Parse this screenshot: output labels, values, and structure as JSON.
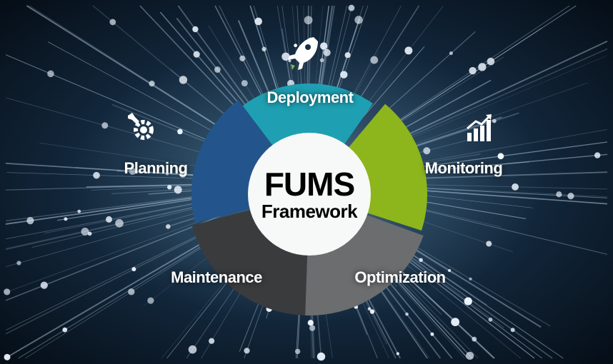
{
  "center": {
    "title": "FUMS",
    "subtitle": "Framework"
  },
  "stages": [
    {
      "label": "Deployment",
      "color": "#1ea0b2",
      "icon": "rocket-icon"
    },
    {
      "label": "Monitoring",
      "color": "#8db51c",
      "icon": "bar-chart-up-icon"
    },
    {
      "label": "Optimization",
      "color": "#6b6d6f",
      "icon": ""
    },
    {
      "label": "Maintenance",
      "color": "#3a3b3d",
      "icon": ""
    },
    {
      "label": "Planning",
      "color": "#23558c",
      "icon": "wrench-gear-icon"
    }
  ]
}
